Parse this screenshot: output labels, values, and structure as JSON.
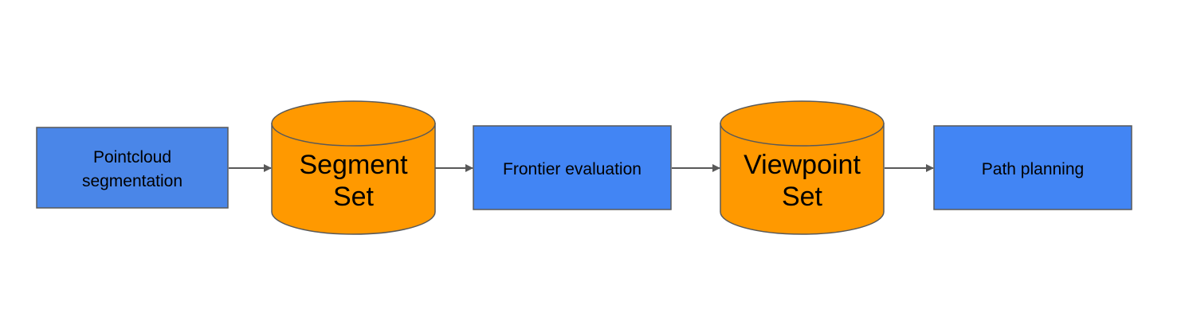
{
  "colors": {
    "process_fill": "#4a86e8",
    "process_fill_alt": "#4285f4",
    "store_fill": "#ff9900",
    "stroke": "#595959",
    "background": "#ffffff"
  },
  "nodes": {
    "segmentation": {
      "shape": "process",
      "line1": "Pointcloud",
      "line2": "segmentation"
    },
    "segment_set": {
      "shape": "cylinder",
      "line1": "Segment",
      "line2": "Set"
    },
    "frontier": {
      "shape": "process",
      "label": "Frontier evaluation"
    },
    "viewpoint_set": {
      "shape": "cylinder",
      "line1": "Viewpoint",
      "line2": "Set"
    },
    "path_planning": {
      "shape": "process",
      "label": "Path planning"
    }
  },
  "edges": [
    {
      "from": "segmentation",
      "to": "segment_set"
    },
    {
      "from": "segment_set",
      "to": "frontier"
    },
    {
      "from": "frontier",
      "to": "viewpoint_set"
    },
    {
      "from": "viewpoint_set",
      "to": "path_planning"
    }
  ]
}
